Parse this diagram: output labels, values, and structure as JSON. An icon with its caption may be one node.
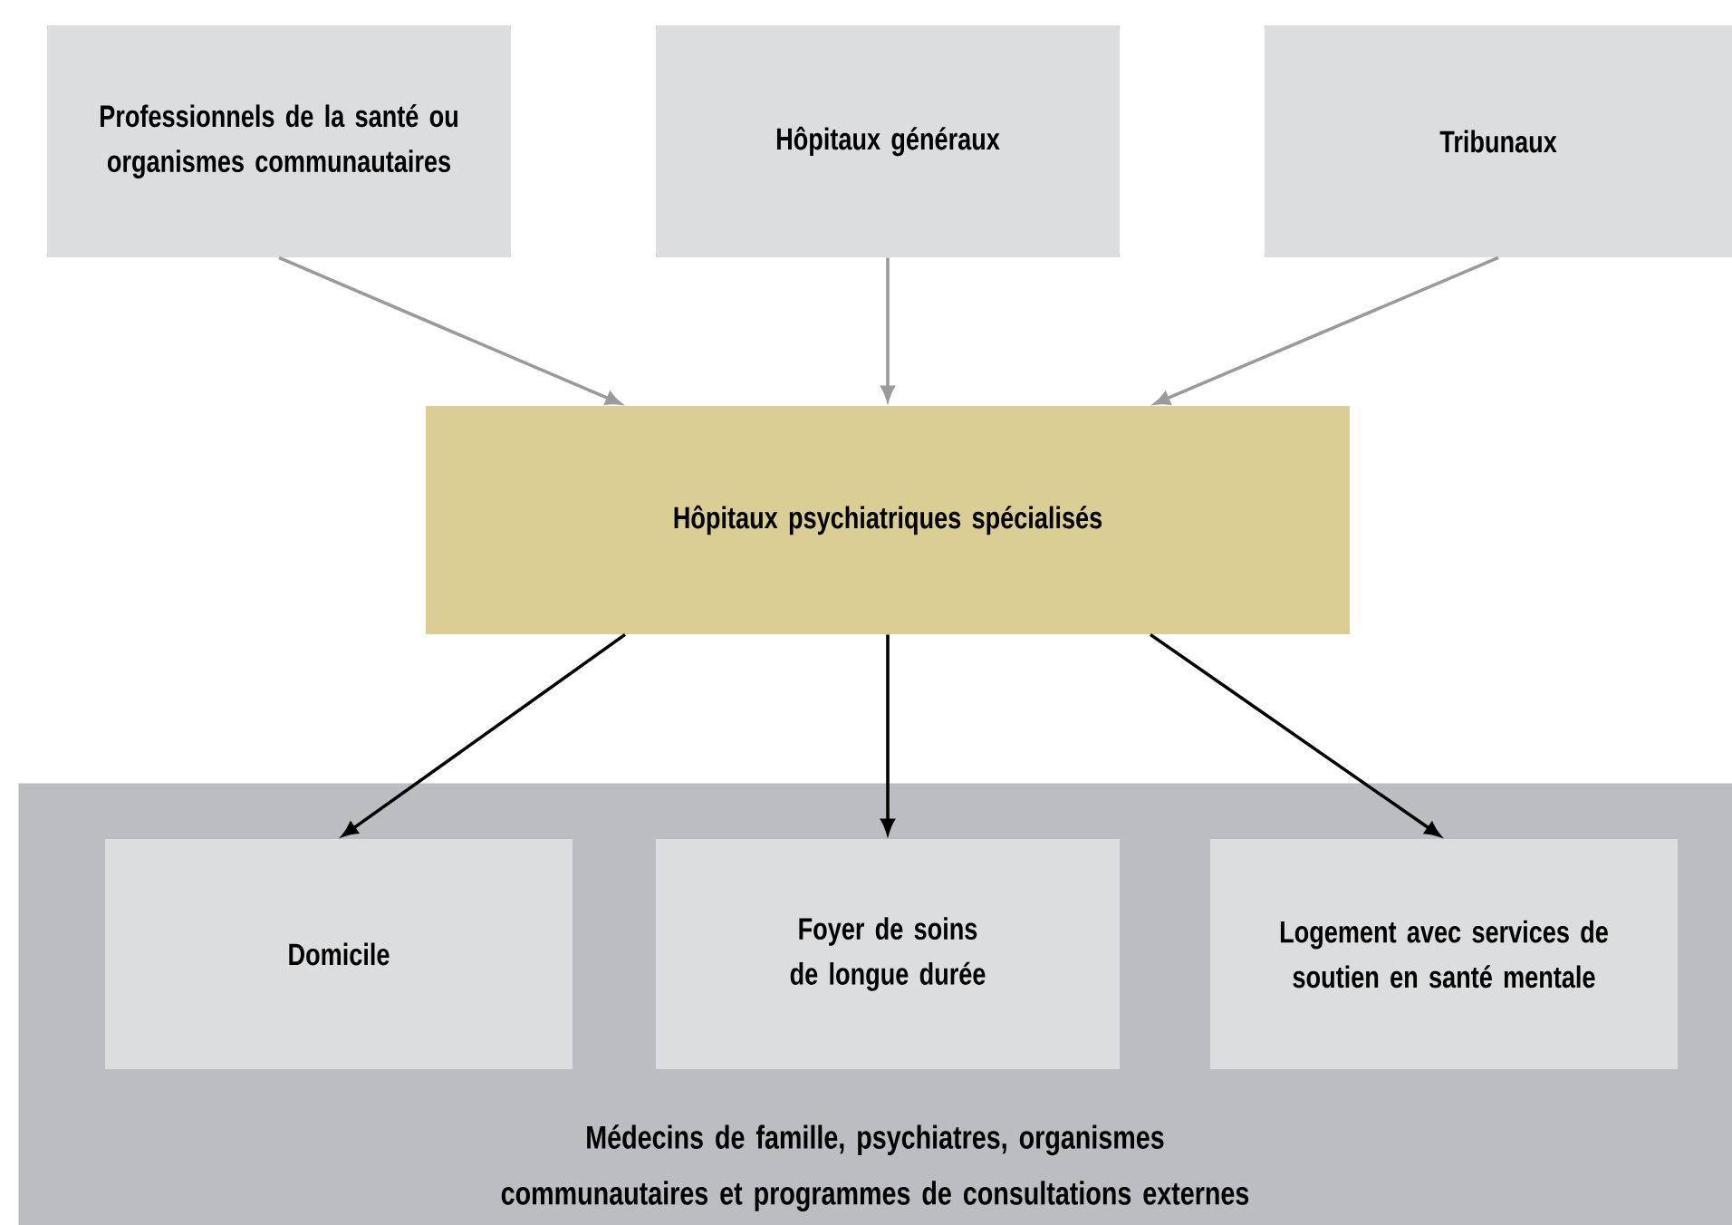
{
  "diagram": {
    "nodes": [
      {
        "text": [
          "Professionnels de la santé ou organismes communautaires"
        ]
      },
      {
        "text": [
          "Hôpitaux généraux"
        ]
      },
      {
        "text": [
          "Tribunaux"
        ]
      },
      {
        "text": [
          "Hôpitaux psychiatriques spécialisés"
        ]
      },
      {
        "text": [
          "Médecins de famille, psychiatres, organismes  communautaires et programmes de consultations externes"
        ]
      },
      {
        "text": [
          "Domicile"
        ],
        "in": 4
      },
      {
        "text": [
          "Foyer de soins de longue durée"
        ],
        "in": 4
      },
      {
        "text": [
          "Logement avec services de soutien en santé mentale"
        ],
        "in": 4
      }
    ],
    "edges": [
      {
        "from": 0,
        "to": 3,
        "arrow": "to",
        "color": "#999a9e"
      },
      {
        "from": 1,
        "to": 3,
        "arrow": "to",
        "color": "#999a9e"
      },
      {
        "from": 2,
        "to": 3,
        "arrow": "to",
        "color": "#999a9e"
      },
      {
        "from": 3,
        "to": 5,
        "arrow": "to",
        "color": "#000000"
      },
      {
        "from": 3,
        "to": 6,
        "arrow": "to",
        "color": "#000000"
      },
      {
        "from": 3,
        "to": 7,
        "arrow": "to",
        "color": "#000000"
      }
    ]
  }
}
